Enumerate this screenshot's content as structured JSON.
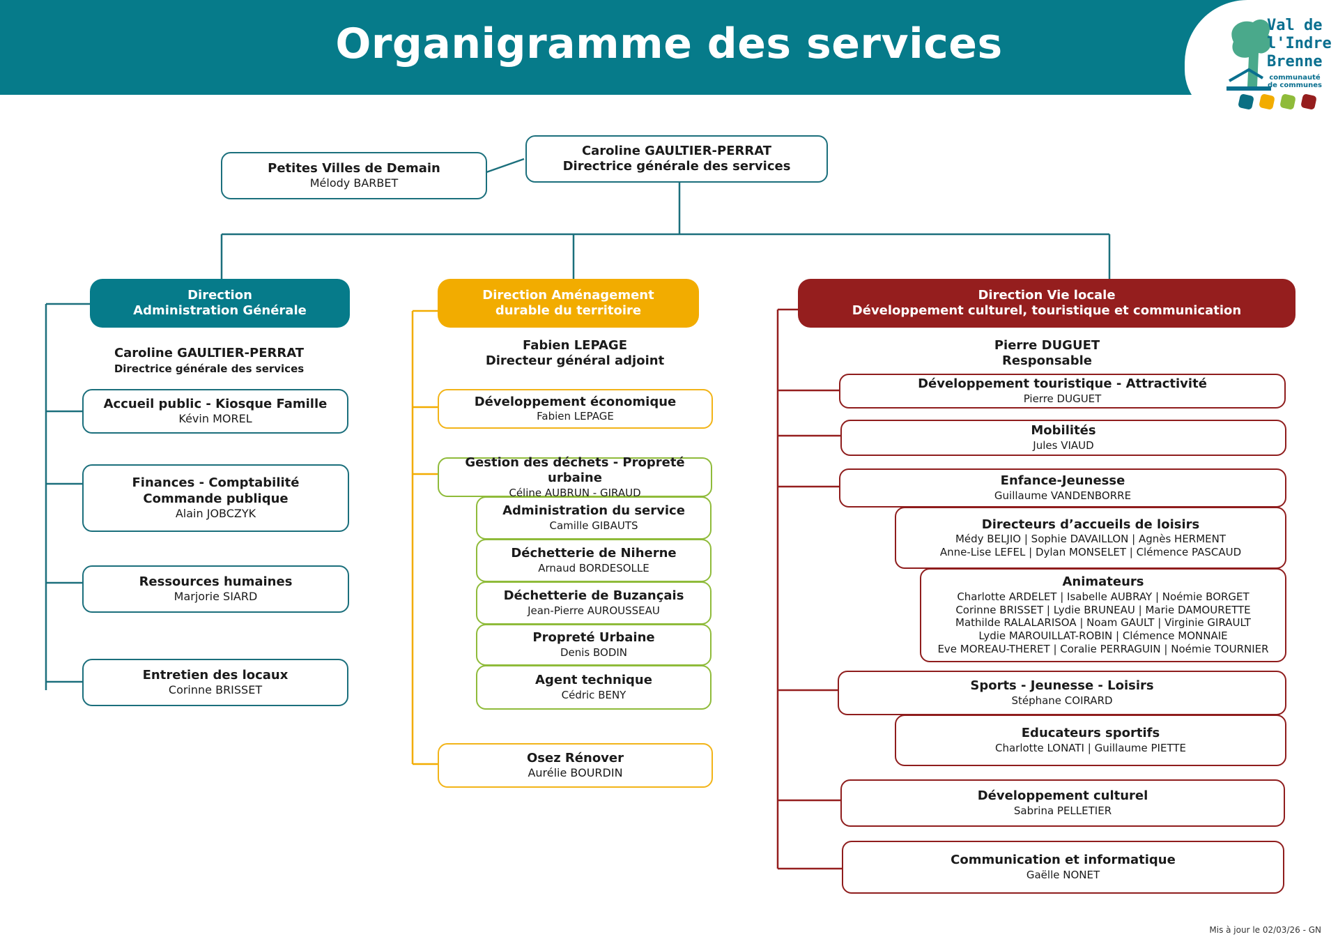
{
  "title": "Organigramme des services",
  "logo": {
    "line1": "Val de",
    "line2": "l'Indre",
    "line3": "Brenne",
    "sub1": "communauté",
    "sub2": "de communes",
    "dot_colors": [
      "#0b6f83",
      "#f2ac00",
      "#8fbb3a",
      "#951e1e"
    ]
  },
  "colors": {
    "teal": "#067b8a",
    "amber": "#f2ac00",
    "green": "#8fbb3a",
    "red": "#951e1e"
  },
  "dgs": {
    "name": "Caroline GAULTIER-PERRAT",
    "role": "Directrice générale des services"
  },
  "pvd": {
    "title": "Petites Villes de Demain",
    "name": "Mélody BARBET"
  },
  "admin": {
    "head_line1": "Direction",
    "head_line2": "Administration Générale",
    "lead_name": "Caroline GAULTIER-PERRAT",
    "lead_role": "Directrice générale des services",
    "services": [
      {
        "title": "Accueil public - Kiosque Famille",
        "names": "Kévin MOREL"
      },
      {
        "title": "Finances - Comptabilité",
        "title2": "Commande publique",
        "names": "Alain JOBCZYK"
      },
      {
        "title": "Ressources humaines",
        "names": "Marjorie SIARD"
      },
      {
        "title": "Entretien des locaux",
        "names": "Corinne BRISSET"
      }
    ]
  },
  "amenagement": {
    "head_line1": "Direction Aménagement",
    "head_line2": "durable du territoire",
    "lead_name": "Fabien LEPAGE",
    "lead_role": "Directeur général adjoint",
    "services": [
      {
        "title": "Développement économique",
        "names": "Fabien LEPAGE"
      },
      {
        "title": "Gestion des déchets - Propreté urbaine",
        "names": "Céline AUBRUN - GIRAUD"
      },
      {
        "title": "Osez Rénover",
        "names": "Aurélie BOURDIN"
      }
    ],
    "sub_services": [
      {
        "title": "Administration du service",
        "names": "Camille GIBAUTS"
      },
      {
        "title": "Déchetterie de Niherne",
        "names": "Arnaud BORDESOLLE"
      },
      {
        "title": "Déchetterie de Buzançais",
        "names": "Jean-Pierre AUROUSSEAU"
      },
      {
        "title": "Propreté Urbaine",
        "names": "Denis BODIN"
      },
      {
        "title": "Agent technique",
        "names": "Cédric BENY"
      }
    ]
  },
  "vie_locale": {
    "head_line1": "Direction Vie locale",
    "head_line2": "Développement culturel, touristique et communication",
    "lead_name": "Pierre DUGUET",
    "lead_role": "Responsable",
    "services": [
      {
        "title": "Développement touristique - Attractivité",
        "names": "Pierre DUGUET"
      },
      {
        "title": "Mobilités",
        "names": "Jules VIAUD"
      },
      {
        "title": "Enfance-Jeunesse",
        "names": "Guillaume VANDENBORRE"
      },
      {
        "title": "Sports - Jeunesse - Loisirs",
        "names": "Stéphane COIRARD"
      },
      {
        "title": "Développement culturel",
        "names": "Sabrina PELLETIER"
      },
      {
        "title": "Communication et informatique",
        "names": "Gaëlle NONET"
      }
    ],
    "directeurs": {
      "title": "Directeurs d’accueils de loisirs",
      "line1": "Médy BELJIO | Sophie DAVAILLON | Agnès HERMENT",
      "line2": "Anne-Lise LEFEL | Dylan MONSELET | Clémence PASCAUD"
    },
    "animateurs": {
      "title": "Animateurs",
      "line1": "Charlotte ARDELET | Isabelle AUBRAY | Noémie BORGET",
      "line2": "Corinne BRISSET | Lydie BRUNEAU | Marie DAMOURETTE",
      "line3": "Mathilde RALALARISOA | Noam GAULT | Virginie GIRAULT",
      "line4": "Lydie MAROUILLAT-ROBIN | Clémence MONNAIE",
      "line5": "Eve MOREAU-THERET | Coralie PERRAGUIN | Noémie TOURNIER"
    },
    "educateurs": {
      "title": "Educateurs sportifs",
      "names": "Charlotte LONATI | Guillaume PIETTE"
    }
  },
  "footer": "Mis à jour le 02/03/26 - GN"
}
